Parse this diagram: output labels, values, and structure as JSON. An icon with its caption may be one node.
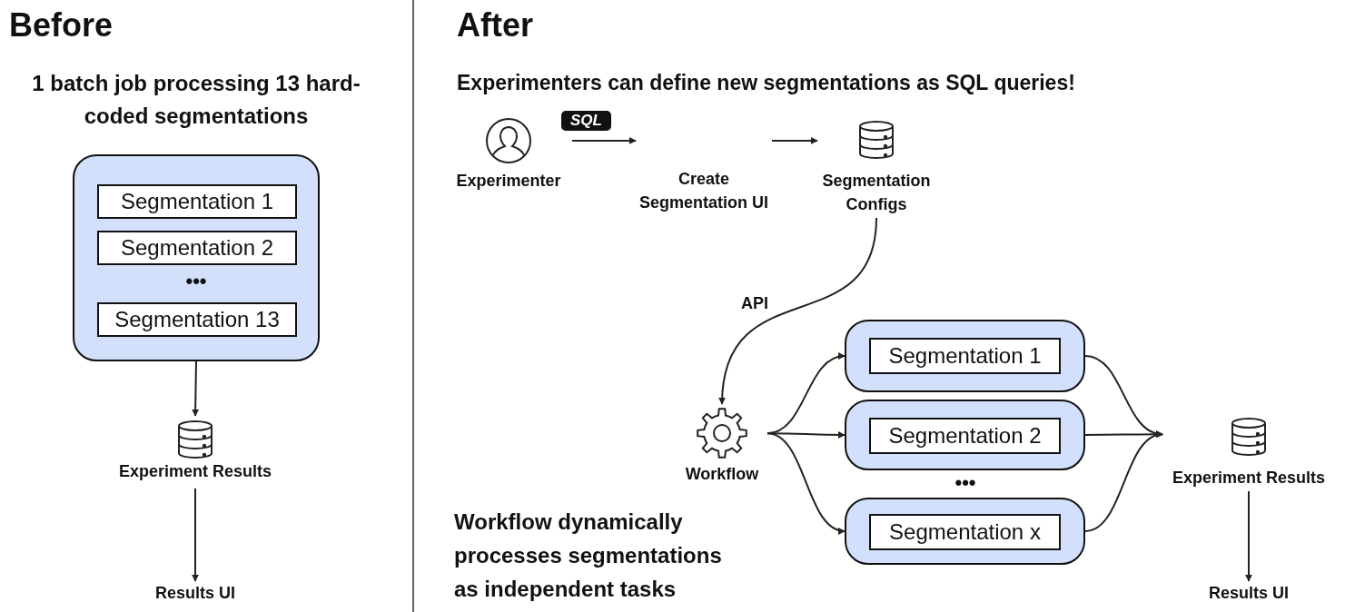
{
  "diagram": {
    "nodes": [
      {
        "text": [],
        "shape": "box"
      },
      {
        "text": [
          "Segmentation 1"
        ],
        "in": 0
      },
      {
        "text": [
          "Segmentation 2"
        ],
        "in": 0
      },
      {
        "text": [
          "Segmentation 13"
        ],
        "in": 0
      },
      {
        "text": [
          "Experiment Results"
        ]
      },
      {
        "text": [
          "Results UI"
        ]
      },
      {
        "text": [
          "Experimenter"
        ]
      },
      {
        "text": [
          "Create Segmentation UI"
        ]
      },
      {
        "text": [
          "Segmentation Configs"
        ]
      },
      {
        "text": [
          "Workflow"
        ]
      },
      {
        "text": [],
        "shape": "box"
      },
      {
        "text": [
          "Segmentation 1"
        ],
        "in": 10
      },
      {
        "text": [],
        "shape": "box"
      },
      {
        "text": [
          "Segmentation 2"
        ],
        "in": 12
      },
      {
        "text": [],
        "shape": "box"
      },
      {
        "text": [
          "Segmentation x"
        ],
        "in": 14
      },
      {
        "text": [
          "Experiment Results"
        ]
      },
      {
        "text": [
          "Results UI"
        ]
      }
    ],
    "edges": [
      {
        "from": 0,
        "to": 4,
        "arrow": "to"
      },
      {
        "from": 4,
        "to": 5,
        "arrow": "to"
      },
      {
        "from": 6,
        "to": 7,
        "arrow": "to",
        "label": "SQL"
      },
      {
        "from": 7,
        "to": 8,
        "arrow": "to"
      },
      {
        "from": 8,
        "to": 9,
        "arrow": "to",
        "label": "API"
      },
      {
        "from": 9,
        "to": 10,
        "arrow": "to"
      },
      {
        "from": 9,
        "to": 12,
        "arrow": "to"
      },
      {
        "from": 9,
        "to": 14,
        "arrow": "to"
      },
      {
        "from": 10,
        "to": 16,
        "arrow": "to"
      },
      {
        "from": 12,
        "to": 16,
        "arrow": "to"
      },
      {
        "from": 14,
        "to": 16,
        "arrow": "to"
      },
      {
        "from": 16,
        "to": 17,
        "arrow": "to"
      }
    ],
    "labels": [
      "Before",
      "1 batch job processing 13 hard-coded segmentations",
      "•••",
      "After",
      "Experimenters can define new segmentations as SQL queries!",
      "•••",
      "Workflow dynamically processes segmentations as independent tasks"
    ]
  }
}
